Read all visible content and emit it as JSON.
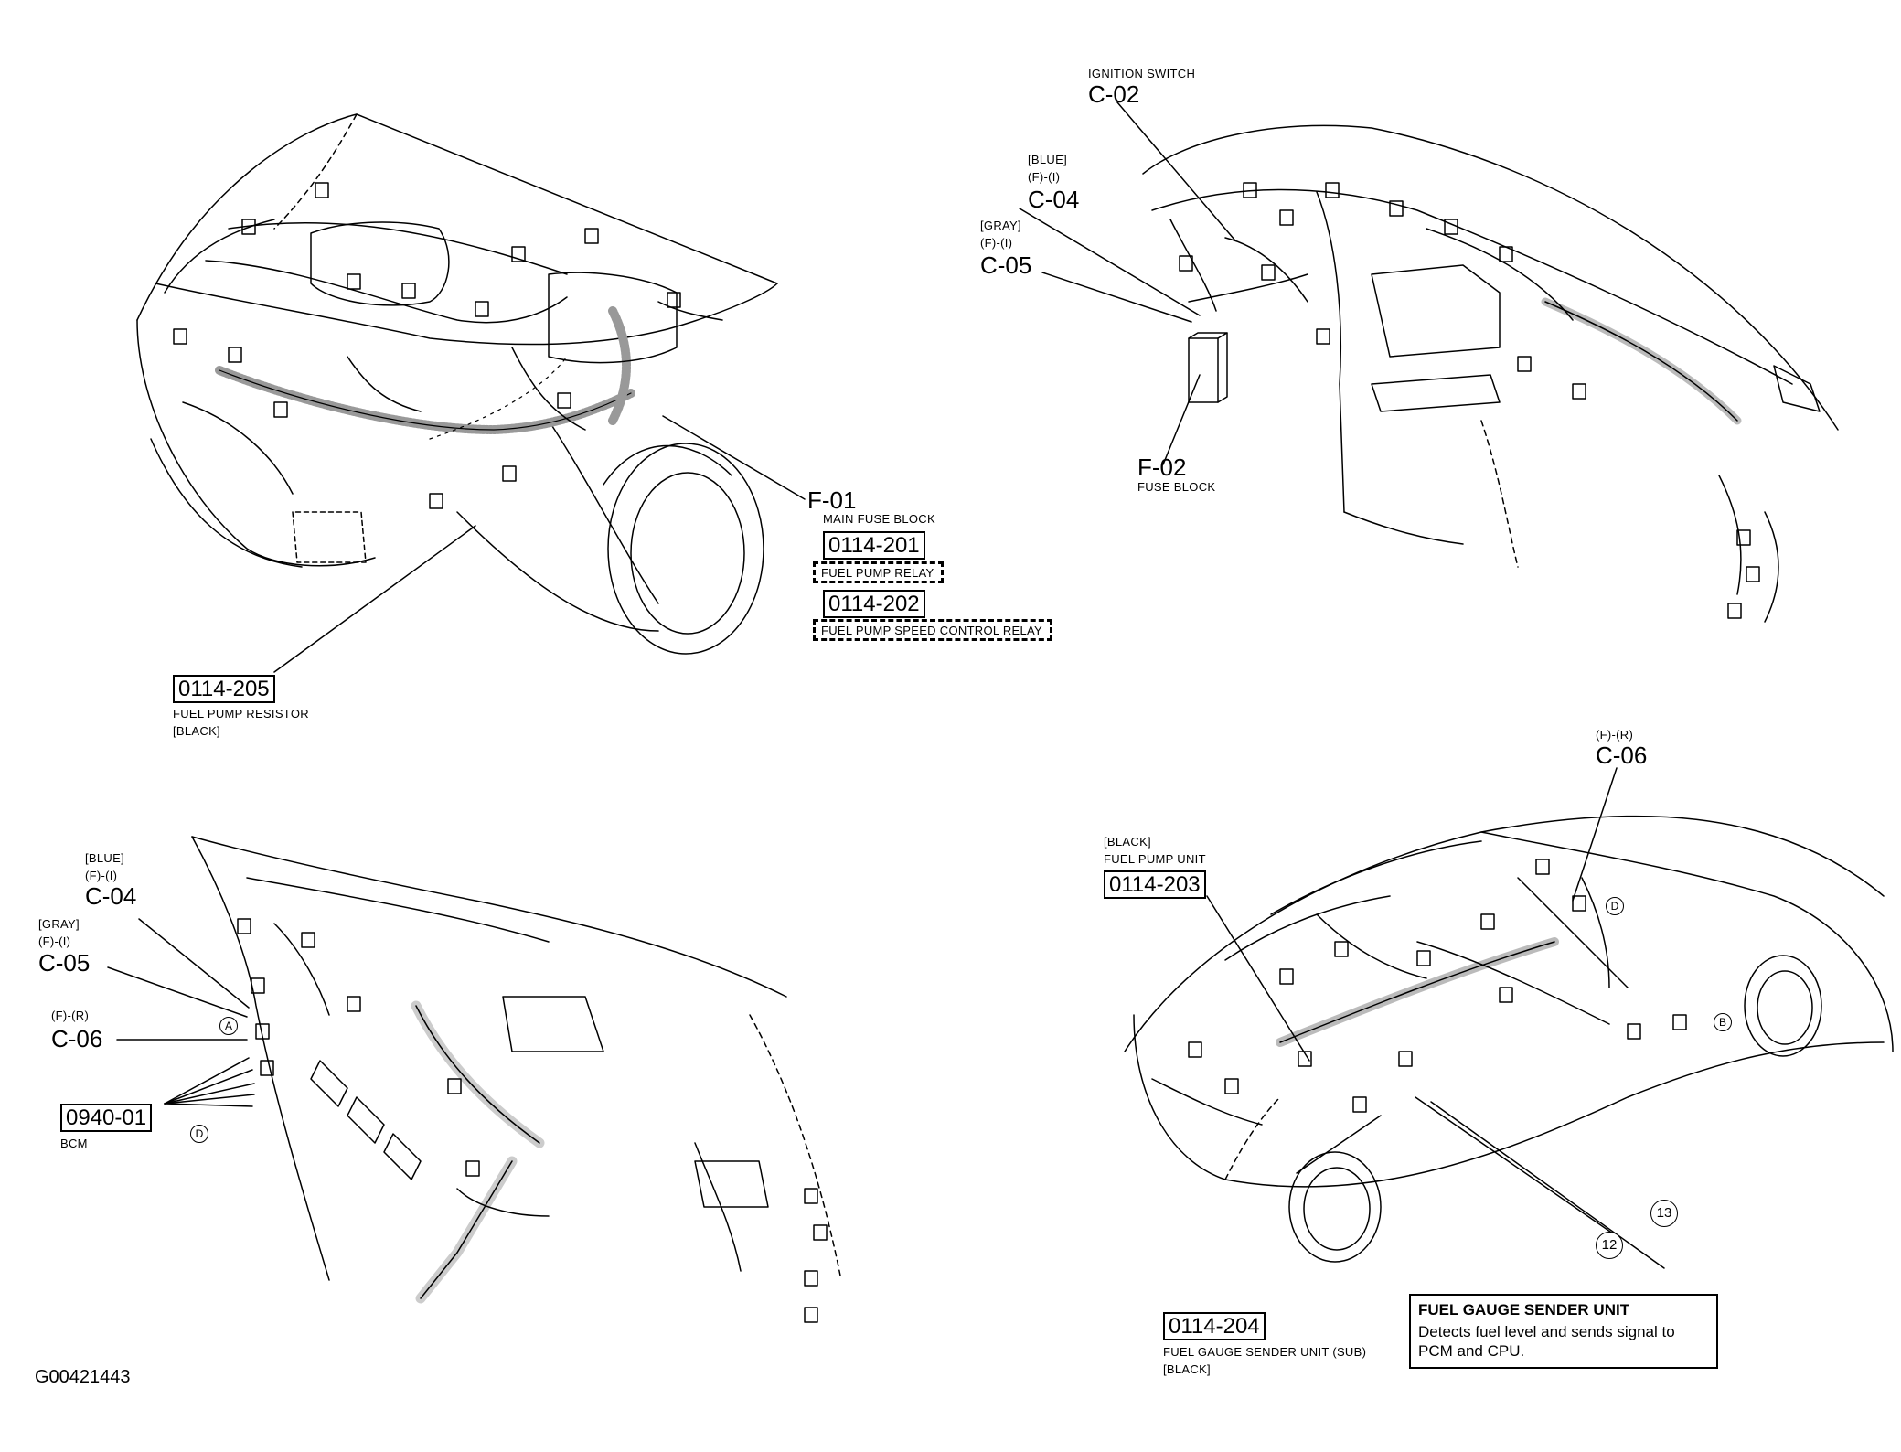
{
  "figure_id": "G00421443",
  "engine_bay": {
    "f01_code": "F-01",
    "f01_name": "MAIN FUSE BLOCK",
    "relay1_code": "0114-201",
    "relay1_name": "FUEL PUMP RELAY",
    "relay2_code": "0114-202",
    "relay2_name": "FUEL PUMP SPEED CONTROL RELAY",
    "resistor_code": "0114-205",
    "resistor_name": "FUEL PUMP RESISTOR",
    "resistor_color": "[BLACK]"
  },
  "dashboard": {
    "ignition_name": "IGNITION SWITCH",
    "ignition_code": "C-02",
    "c04_color": "[BLUE]",
    "c04_pos": "(F)-(I)",
    "c04_code": "C-04",
    "c05_color": "[GRAY]",
    "c05_pos": "(F)-(I)",
    "c05_code": "C-05",
    "f02_code": "F-02",
    "f02_name": "FUSE BLOCK"
  },
  "left_dash": {
    "c04_color": "[BLUE]",
    "c04_pos": "(F)-(I)",
    "c04_code": "C-04",
    "c05_color": "[GRAY]",
    "c05_pos": "(F)-(I)",
    "c05_code": "C-05",
    "c06_pos": "(F)-(R)",
    "c06_code": "C-06",
    "bcm_code": "0940-01",
    "bcm_name": "BCM",
    "marker_a": "A",
    "marker_d": "D"
  },
  "rear_body": {
    "c06_pos": "(F)-(R)",
    "c06_code": "C-06",
    "pump_color": "[BLACK]",
    "pump_name": "FUEL PUMP UNIT",
    "pump_code": "0114-203",
    "sender_code": "0114-204",
    "sender_name": "FUEL GAUGE SENDER UNIT (SUB)",
    "sender_color": "[BLACK]",
    "callout_12": "12",
    "callout_13": "13",
    "marker_b": "B",
    "marker_d": "D"
  },
  "info_box": {
    "title": "FUEL GAUGE SENDER UNIT",
    "text": "Detects fuel level and sends signal to PCM and CPU."
  }
}
